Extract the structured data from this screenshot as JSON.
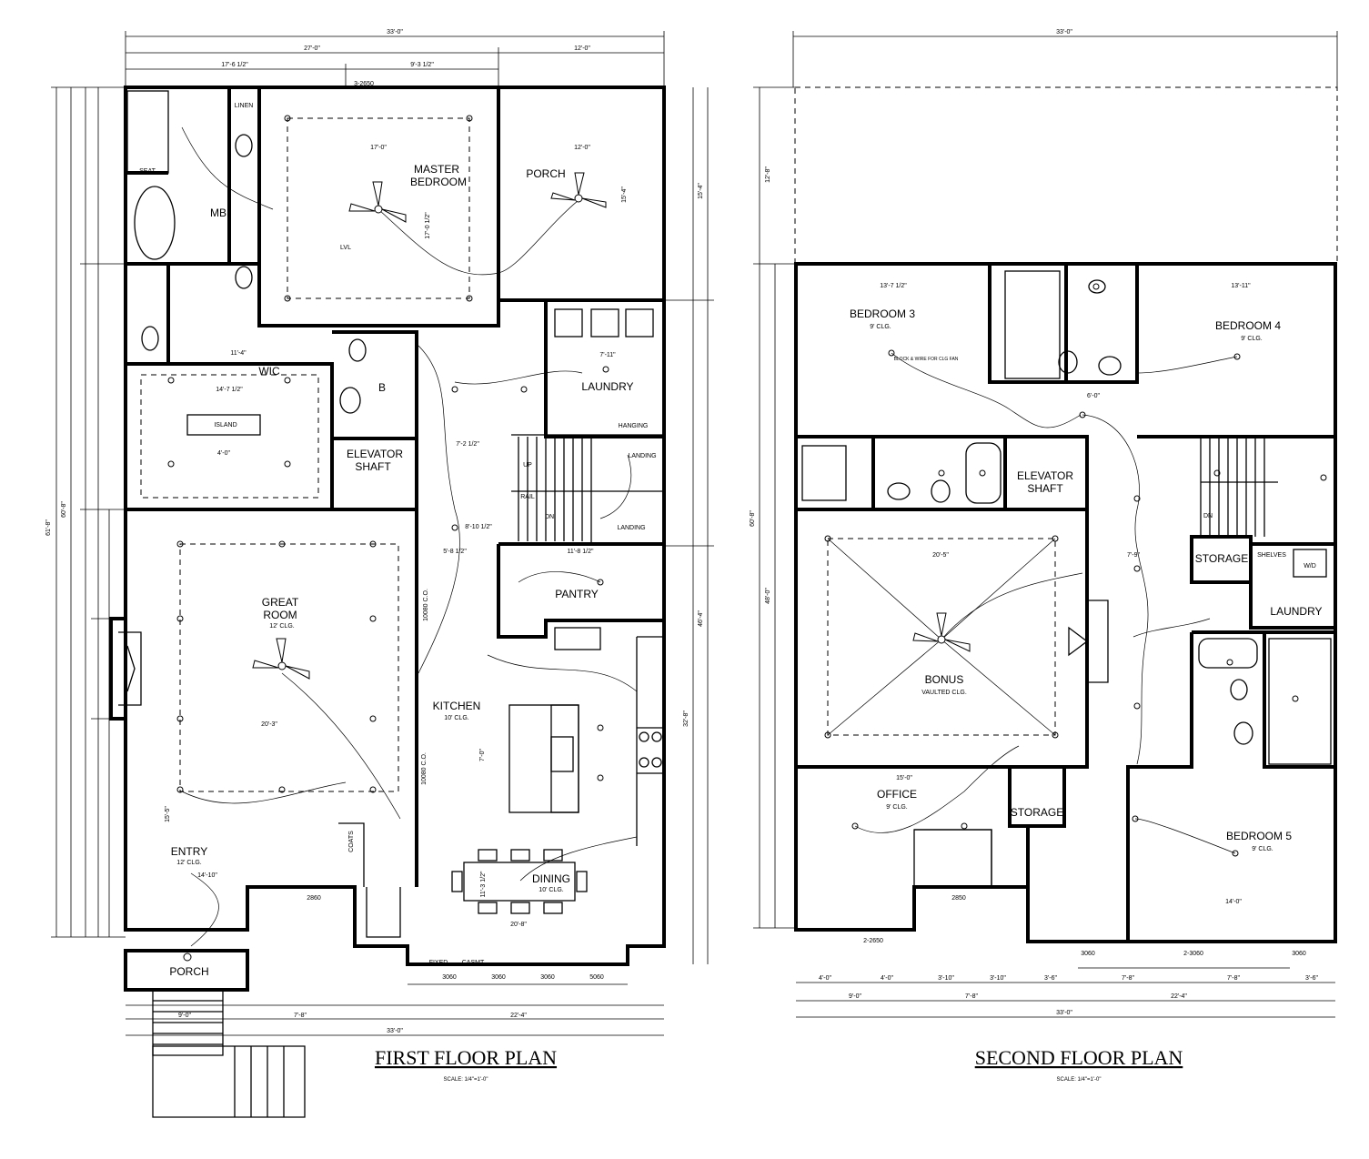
{
  "first_floor": {
    "title": "FIRST FLOOR PLAN",
    "scale": "SCALE: 1/4\"=1'-0\"",
    "rooms": {
      "master_bedroom": [
        "MASTER",
        "BEDROOM"
      ],
      "porch_rear": "PORCH",
      "mb": "MB",
      "wic": "WIC",
      "island": "ISLAND",
      "bath": "B",
      "elevator": [
        "ELEVATOR",
        "SHAFT"
      ],
      "laundry": "LAUNDRY",
      "pantry": "PANTRY",
      "great_room": [
        "GREAT",
        "ROOM"
      ],
      "great_room_sub": "12' CLG.",
      "kitchen": "KITCHEN",
      "kitchen_sub": "10' CLG.",
      "dining": "DINING",
      "dining_sub": "10' CLG.",
      "entry": "ENTRY",
      "entry_sub": "12' CLG.",
      "porch_front": "PORCH",
      "linen": "LINEN",
      "seat": "SEAT",
      "up": "UP",
      "dn": "DN",
      "landing": "LANDING",
      "rail": "RAIL",
      "hanging": "HANGING",
      "coats": "COATS",
      "lvl": "LVL"
    },
    "dims": {
      "overall": "33'-0\"",
      "top_left": "27'-0\"",
      "top_right": "12'-0\"",
      "top_a": "17'-6 1/2\"",
      "top_b": "9'-3 1/2\"",
      "door_top": "3-2650",
      "mbr_w": "17'-0\"",
      "porch_w": "12'-0\"",
      "mbr_h": "17'-0 1/2\"",
      "porch_h": "15'-4\"",
      "great_w": "20'-3\"",
      "great_d": "15'-5\"",
      "kitchen_h": "7'-0\"",
      "dining_w": "20'-8\"",
      "dining_h": "11'-3 1/2\"",
      "entry_w": "14'-10\"",
      "bottom_a": "9'-0\"",
      "bottom_b": "7'-8\"",
      "bottom_c": "22'-4\"",
      "bottom_total": "33'-0\"",
      "left_total": "61'-8\"",
      "left_b": "60'-8\"",
      "right_a": "15'-4\"",
      "right_b": "46'-4\"",
      "right_c": "32'-8\"",
      "w1": "3060",
      "w2": "3060",
      "w3": "3060",
      "w4": "5060",
      "casmt": "CASMT",
      "fixed": "FIXED",
      "door_front": "2860",
      "ceiling": "10080 C.O.",
      "wic_w": "11'-4\"",
      "wic_in": "14'-7 1/2\"",
      "island_w": "4'-0\"",
      "laundry_w": "7'-11\"",
      "hall": "7'-2 1/2\"",
      "pantry_w": "11'-8 1/2\"",
      "hall2": "8'-10 1/2\"",
      "hall3": "5'-8 1/2\""
    }
  },
  "second_floor": {
    "title": "SECOND FLOOR PLAN",
    "scale": "SCALE: 1/4\"=1'-0\"",
    "rooms": {
      "bed3": "BEDROOM 3",
      "bed3_sub": "9' CLG.",
      "bed4": "BEDROOM 4",
      "bed4_sub": "9' CLG.",
      "elevator": [
        "ELEVATOR",
        "SHAFT"
      ],
      "storage1": "STORAGE",
      "laundry": "LAUNDRY",
      "shelves": "SHELVES",
      "wd": "W/D",
      "bonus": "BONUS",
      "bonus_sub": "VAULTED CLG.",
      "office": "OFFICE",
      "office_sub": "9' CLG.",
      "storage2": "STORAGE",
      "bed5": "BEDROOM 5",
      "bed5_sub": "9' CLG.",
      "dn": "DN",
      "block": "BLOCK & WIRE FOR CLG FAN"
    },
    "dims": {
      "overall_top": "33'-0\"",
      "bed3_w": "13'-7 1/2\"",
      "bed4_w": "13'-11\"",
      "bonus_w": "20'-5\"",
      "office_w": "15'-0\"",
      "bed5_w": "14'-0\"",
      "left_total": "60'-8\"",
      "left_b": "48'-0\"",
      "top_h": "12'-8\"",
      "bottom_a": "9'-0\"",
      "bottom_b": "7'-8\"",
      "bottom_c": "22'-4\"",
      "bottom_total": "33'-0\"",
      "w1": "3060",
      "w2": "2-3060",
      "w3": "3060",
      "w4": "2-2650",
      "door": "2850",
      "seg_a": "4'-0\"",
      "seg_b": "4'-0\"",
      "seg_c": "3'-10\"",
      "seg_d": "3'-10\"",
      "seg_e": "3'-6\"",
      "seg_f": "7'-8\"",
      "seg_g": "7'-8\"",
      "seg_h": "3'-6\"",
      "hall": "7'-9\"",
      "bath_w": "6'-0\""
    }
  }
}
